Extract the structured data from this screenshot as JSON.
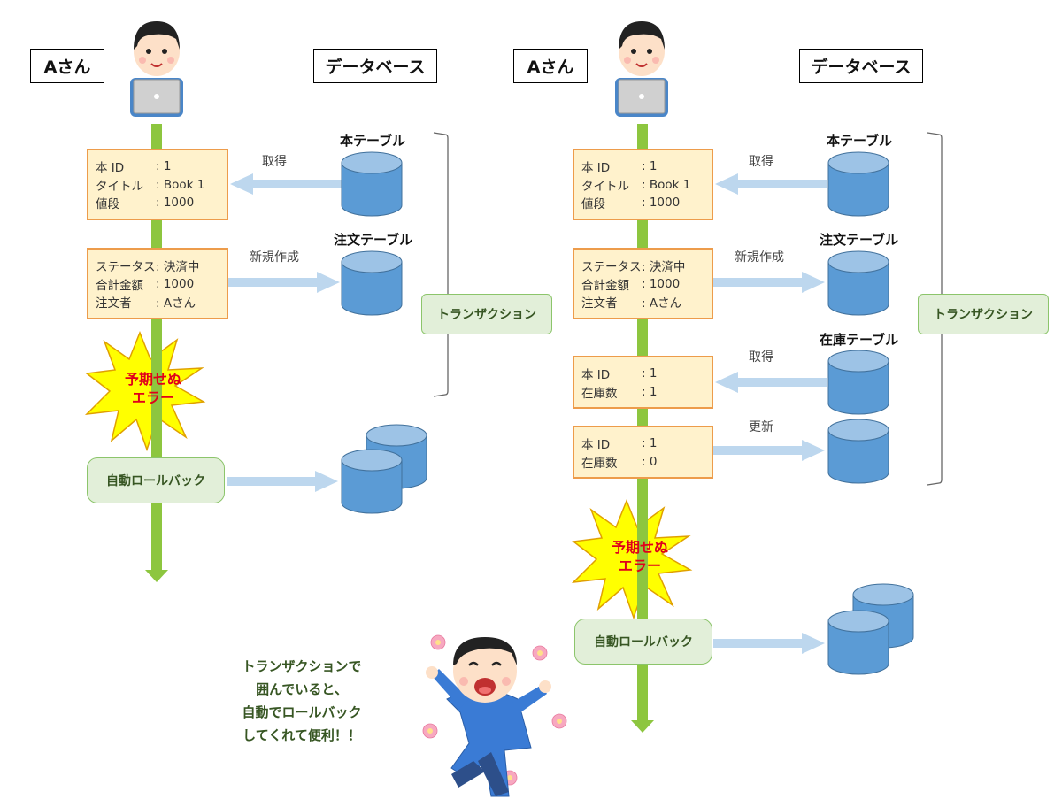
{
  "left": {
    "user_label": "Aさん",
    "db_label": "データベース",
    "card1": [
      [
        "本 ID",
        ": 1"
      ],
      [
        "タイトル",
        ": Book 1"
      ],
      [
        "値段",
        ": 1000"
      ]
    ],
    "card2": [
      [
        "ステータス",
        ": 決済中"
      ],
      [
        "合計金額",
        ": 1000"
      ],
      [
        "注文者",
        ": Aさん"
      ]
    ],
    "arrow1_label": "取得",
    "arrow2_label": "新規作成",
    "table1": "本テーブル",
    "table2": "注文テーブル",
    "transaction": "トランザクション",
    "error": [
      "予期せぬ",
      "エラー"
    ],
    "rollback": "自動ロールバック"
  },
  "right": {
    "user_label": "Aさん",
    "db_label": "データベース",
    "card1": [
      [
        "本 ID",
        ": 1"
      ],
      [
        "タイトル",
        ": Book 1"
      ],
      [
        "値段",
        ": 1000"
      ]
    ],
    "card2": [
      [
        "ステータス",
        ": 決済中"
      ],
      [
        "合計金額",
        ": 1000"
      ],
      [
        "注文者",
        ": Aさん"
      ]
    ],
    "card3": [
      [
        "本 ID",
        ": 1"
      ],
      [
        "在庫数",
        ": 1"
      ]
    ],
    "card4": [
      [
        "本 ID",
        ": 1"
      ],
      [
        "在庫数",
        ": 0"
      ]
    ],
    "arrow1_label": "取得",
    "arrow2_label": "新規作成",
    "arrow3_label": "取得",
    "arrow4_label": "更新",
    "table1": "本テーブル",
    "table2": "注文テーブル",
    "table3": "在庫テーブル",
    "transaction": "トランザクション",
    "error": [
      "予期せぬ",
      "エラー"
    ],
    "rollback": "自動ロールバック"
  },
  "comment": [
    "トランザクションで",
    "囲んでいると、",
    "自動でロールバック",
    "してくれて便利！！"
  ],
  "colors": {
    "spine": "#8dc63f",
    "card_fill": "#fff2cc",
    "card_border": "#ed9c4b",
    "db_fill": "#5b9bd5",
    "db_top": "#9dc3e6",
    "flow_arrow": "#bdd7ee",
    "pill_fill": "#e2efd9",
    "error_fill": "#ffff00",
    "error_text": "#e0001b"
  }
}
